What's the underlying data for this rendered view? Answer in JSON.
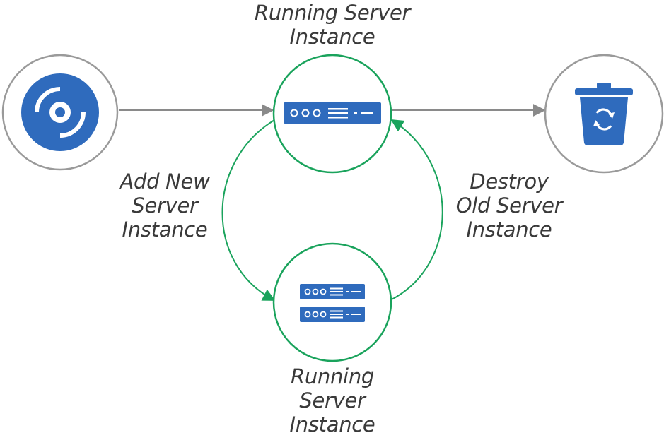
{
  "labels": {
    "top": [
      "Running Server",
      "Instance"
    ],
    "left": [
      "Add New",
      "Server",
      "Instance"
    ],
    "right": [
      "Destroy",
      "Old Server",
      "Instance"
    ],
    "bottom": [
      "Running",
      "Server",
      "Instance"
    ]
  },
  "icons": {
    "source": "disc-image-icon",
    "top_server": "server-icon",
    "bottom_servers": "server-stack-icon",
    "destination": "recycle-bin-icon"
  },
  "colors": {
    "icon_blue": "#2f6bbd",
    "node_green": "#1aa35c",
    "neutral_gray": "#9a9a9a",
    "arrow_gray": "#8a8a8a",
    "label_text": "#3a3a3a"
  }
}
